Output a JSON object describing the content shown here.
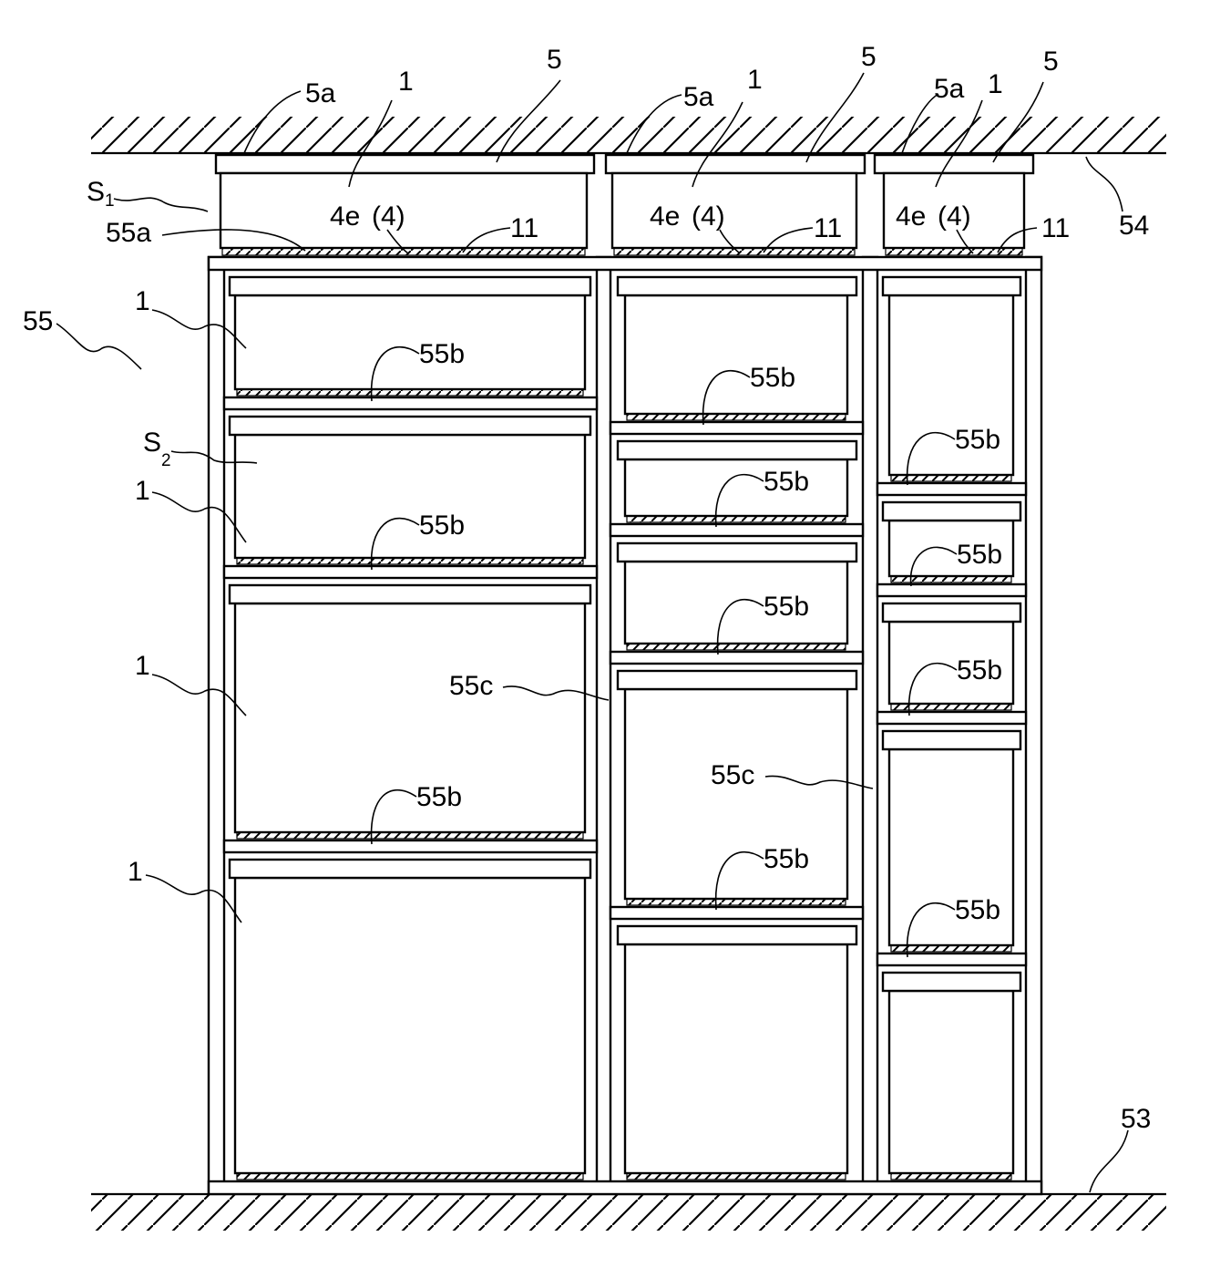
{
  "labels": {
    "n5": "5",
    "n5a": "5a",
    "n1": "1",
    "n4e": "4e",
    "n4": "(4)",
    "n11": "11",
    "n54": "54",
    "n53": "53",
    "n55": "55",
    "n55a": "55a",
    "n55b": "55b",
    "n55c": "55c",
    "s": "S",
    "s1": "1",
    "s2": "2"
  }
}
